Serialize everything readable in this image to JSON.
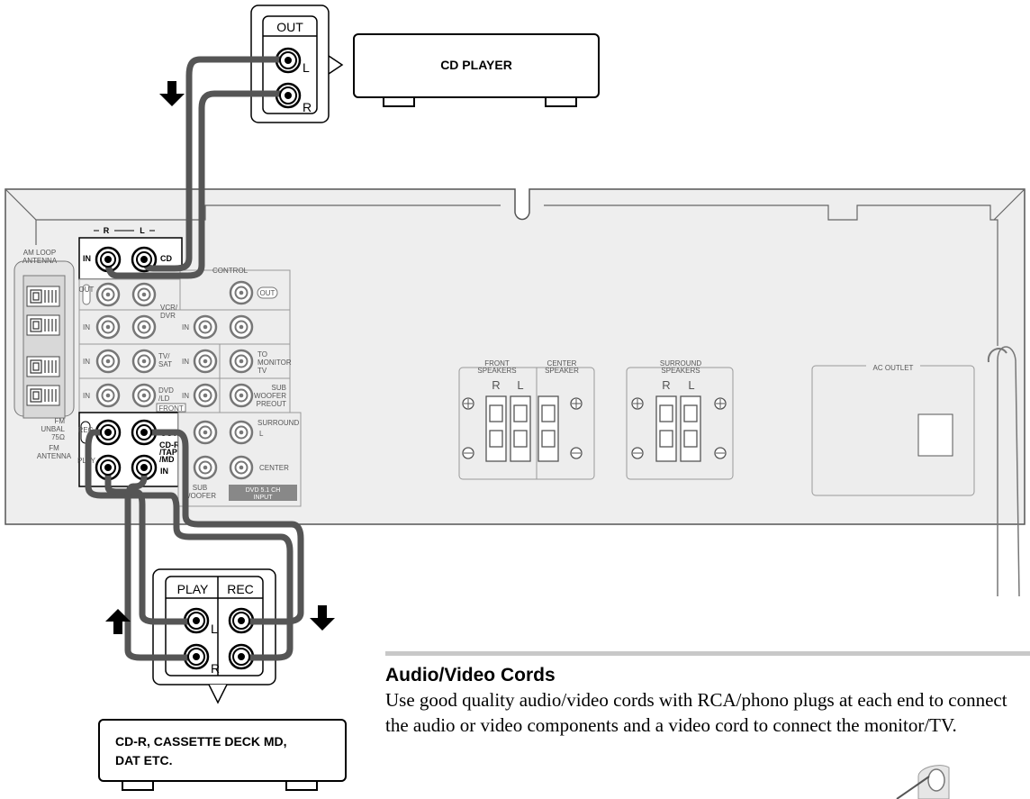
{
  "cd_player": {
    "label": "CD PLAYER",
    "jack_header": "OUT",
    "jack_l": "L",
    "jack_r": "R"
  },
  "recorder": {
    "label_line1": "CD-R, CASSETTE DECK MD,",
    "label_line2": "DAT ETC.",
    "play_header": "PLAY",
    "rec_header": "REC",
    "jack_l": "L",
    "jack_r": "R"
  },
  "receiver": {
    "cd_header_r": "R",
    "cd_header_l": "L",
    "cd_in": "IN",
    "cd_label": "CD",
    "am_loop": [
      "AM LOOP",
      "ANTENNA"
    ],
    "fm_unbal": [
      "FM",
      "UNBAL",
      "75Ω"
    ],
    "fm_antenna": [
      "FM",
      "ANTENNA"
    ],
    "control": "CONTROL",
    "control_out": "OUT",
    "out_vertical": "OUT",
    "vcr_dvr": [
      "VCR/",
      "DVR"
    ],
    "tv_sat": [
      "TV/",
      "SAT"
    ],
    "dvd_ld": [
      "DVD",
      "/LD"
    ],
    "front": "FRONT",
    "in": "IN",
    "to_monitor_tv": [
      "TO",
      "MONITOR",
      "TV"
    ],
    "sub_woofer_preout": [
      "SUB",
      "WOOFER",
      "PREOUT"
    ],
    "rec_vertical": "REC",
    "play_vertical": "PLAY",
    "tape_out": "OUT",
    "tape_label": [
      "CD-R",
      "/TAPE",
      "/MD"
    ],
    "tape_in": "IN",
    "surround": "SURROUND",
    "surround_l": "L",
    "center": "CENTER",
    "sub_woofer": [
      "SUB",
      "WOOFER"
    ],
    "dvd51": [
      "DVD 5.1 CH",
      "INPUT"
    ],
    "front_speakers": [
      "FRONT",
      "SPEAKERS"
    ],
    "center_speaker": [
      "CENTER",
      "SPEAKER"
    ],
    "surround_speakers": [
      "SURROUND",
      "SPEAKERS"
    ],
    "spk_r": "R",
    "spk_l": "L",
    "ac_outlet": "AC OUTLET"
  },
  "section": {
    "title": "Audio/Video Cords",
    "body": "Use good quality audio/video cords with RCA/phono plugs at each end to connect the audio or video components and a video cord to connect the monitor/TV."
  }
}
